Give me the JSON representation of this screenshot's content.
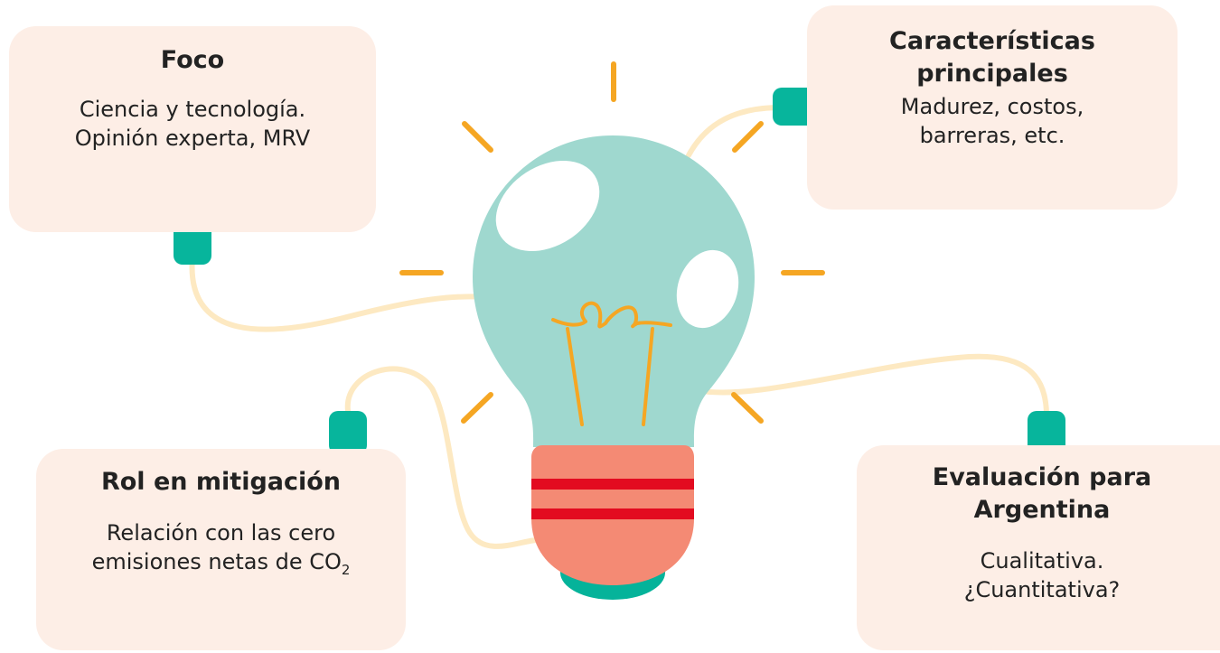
{
  "cards": {
    "foco": {
      "title": "Foco",
      "body": "Ciencia y tecnología. Opinión experta, MRV"
    },
    "caracteristicas": {
      "title": "Características principales",
      "body": "Madurez, costos, barreras, etc."
    },
    "rol": {
      "title": "Rol en mitigación",
      "body_prefix": "Relación con las cero emisiones netas de CO",
      "body_subscript": "2"
    },
    "evaluacion": {
      "title": "Evaluación para Argentina",
      "body": "Cualitativa. ¿Cuantitativa?"
    }
  },
  "colors": {
    "card_bg": "#fdeee6",
    "bulb_glass": "#9fd8cf",
    "bulb_base": "#f48a74",
    "bulb_stripes": "#e30b20",
    "bulb_cap": "#05b39a",
    "connector": "#07b59c",
    "wire": "#fde9c2",
    "filament": "#f5a623",
    "rays": "#f5a623",
    "highlight": "#ffffff"
  }
}
